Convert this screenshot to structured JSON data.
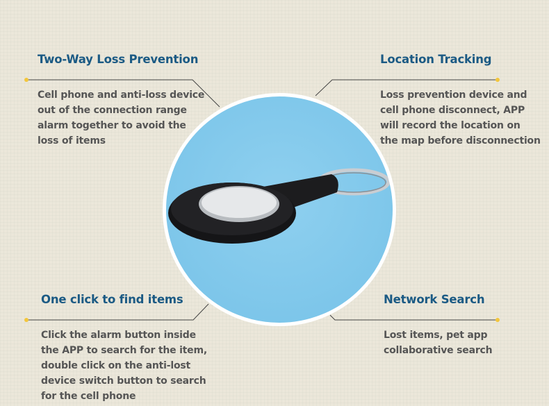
{
  "features": [
    {
      "title": "Two-Way Loss Prevention",
      "lines": [
        "Cell phone and anti-loss device",
        "out of the connection range",
        "alarm together to avoid the",
        "loss of items"
      ]
    },
    {
      "title": "Location Tracking",
      "lines": [
        "Loss prevention device and",
        "cell phone disconnect, APP",
        "will record the location on",
        "the map before disconnection"
      ]
    },
    {
      "title": "One click to find items",
      "lines": [
        "Click the alarm button inside",
        "the APP to search for the item,",
        "double click on the anti-lost",
        "device switch button to search",
        "for the cell phone"
      ]
    },
    {
      "title": "Network Search",
      "lines": [
        "Lost items, pet app",
        "collaborative search"
      ]
    }
  ],
  "colors": {
    "title": "#1b5a84",
    "text": "#555555",
    "dot": "#f3c63c",
    "circle": "#82c9ec"
  }
}
